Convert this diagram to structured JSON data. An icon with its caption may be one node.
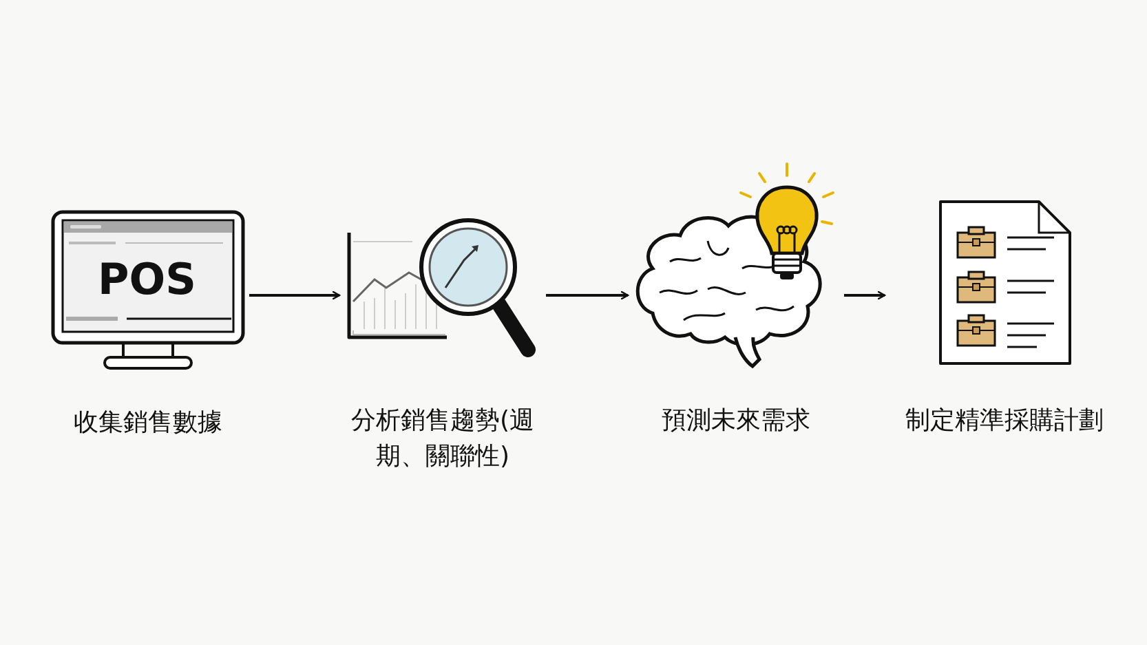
{
  "diagram": {
    "nodes": [
      {
        "text": [
          "POS",
          "收集銷售數據"
        ]
      },
      {
        "text": [
          "分析銷售趨勢(週期、關聯性)"
        ]
      },
      {
        "text": [
          "預測未來需求"
        ]
      },
      {
        "text": [
          "制定精準採購計劃"
        ]
      }
    ],
    "edges": [
      {
        "from": 0,
        "to": 1,
        "arrow": "to"
      },
      {
        "from": 1,
        "to": 2,
        "arrow": "to"
      },
      {
        "from": 2,
        "to": 3,
        "arrow": "to"
      }
    ]
  }
}
